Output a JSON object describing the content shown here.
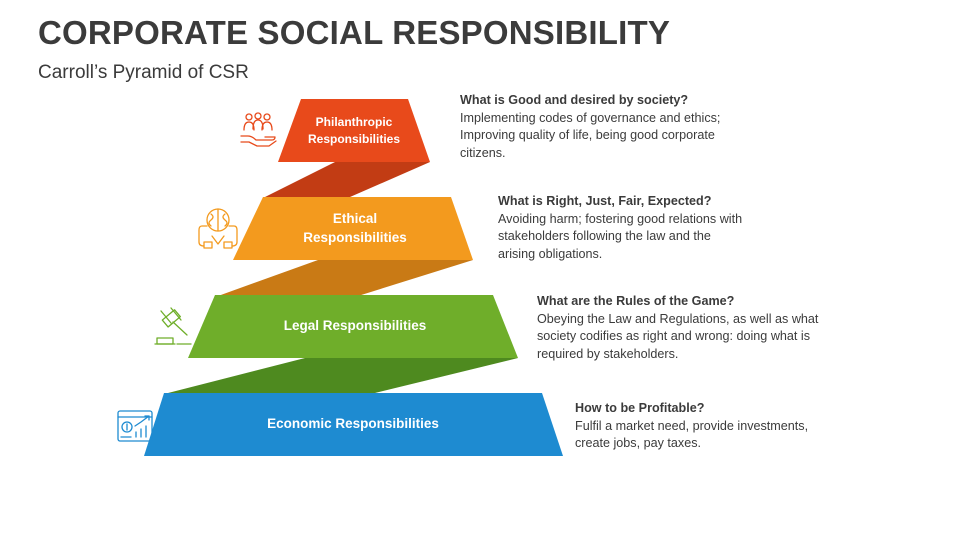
{
  "header": {
    "title": "CORPORATE SOCIAL RESPONSIBILITY",
    "subtitle": "Carroll’s Pyramid of CSR"
  },
  "tiers": [
    {
      "label": "Philanthropic Responsibilities",
      "question": "What is Good and desired by society?",
      "answer": "Implementing codes of governance and ethics; Improving quality of life, being good corporate citizens.",
      "color": "#e84a1b",
      "icon": "charity-hands-icon"
    },
    {
      "label": "Ethical Responsibilities",
      "question": "What is Right, Just, Fair, Expected?",
      "answer": "Avoiding harm; fostering good relations with stakeholders following the law and the arising obligations.",
      "color": "#f39a1e",
      "icon": "brain-ethics-icon"
    },
    {
      "label": "Legal Responsibilities",
      "question": "What are the Rules of the Game?",
      "answer": "Obeying the Law and Regulations, as well as what society codifies as right and wrong: doing what is required by stakeholders.",
      "color": "#6fae2a",
      "icon": "gavel-icon"
    },
    {
      "label": "Economic Responsibilities",
      "question": "How to be Profitable?",
      "answer": "Fulfil a market need, provide investments, create jobs, pay taxes.",
      "color": "#1e8bd1",
      "icon": "finance-chart-icon"
    }
  ],
  "connector_colors": [
    "#c23c14",
    "#c97a15",
    "#4e8a1f"
  ]
}
